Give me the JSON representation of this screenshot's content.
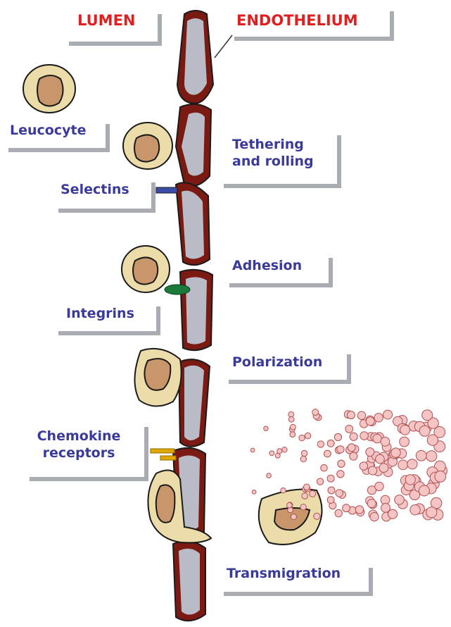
{
  "colors": {
    "title_red": "#e02020",
    "label_blue": "#3a3a9a",
    "label_frame": "#a9adb3",
    "endothelial_wall": "#7a1a12",
    "endothelial_core": "#b9bcc6",
    "leucocyte_body": "#ecdcaa",
    "leucocyte_nucleus": "#c8966a",
    "selectin": "#3c4ca8",
    "integrin": "#1a7a3a",
    "chemokine_receptor": "#e0a800",
    "chemokine": "#f5c4c4"
  },
  "labels": {
    "lumen": "LUMEN",
    "endothelium": "ENDOTHELIUM",
    "leucocyte": "Leucocyte",
    "tethering_line1": "Tethering",
    "tethering_line2": "and rolling",
    "selectins": "Selectins",
    "adhesion": "Adhesion",
    "integrins": "Integrins",
    "polarization": "Polarization",
    "chemokine_line1": "Chemokine",
    "chemokine_line2": "receptors",
    "transmigration": "Transmigration"
  }
}
